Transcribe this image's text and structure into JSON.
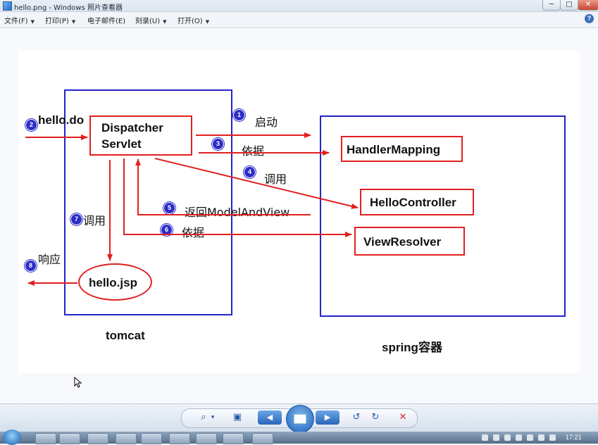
{
  "window": {
    "title": "hello.png - Windows 照片查看器",
    "minimize": "─",
    "maximize": "□",
    "close": "✕"
  },
  "menu": {
    "items": [
      {
        "label": "文件(F)"
      },
      {
        "label": "打印(P)"
      },
      {
        "label": "电子邮件(E)"
      },
      {
        "label": "刻录(U)"
      },
      {
        "label": "打开(O)"
      }
    ],
    "help": "?"
  },
  "diagram": {
    "request_label": "hello.do",
    "dispatcher_line1": "Dispatcher",
    "dispatcher_line2": "Servlet",
    "handler_mapping": "HandlerMapping",
    "hello_controller": "HelloController",
    "view_resolver": "ViewResolver",
    "hello_jsp": "hello.jsp",
    "tomcat_label": "tomcat",
    "spring_label": "spring容器",
    "steps": [
      {
        "num": "1",
        "text": "启动"
      },
      {
        "num": "2",
        "text": ""
      },
      {
        "num": "3",
        "text": "依据"
      },
      {
        "num": "4",
        "text": "调用"
      },
      {
        "num": "5",
        "text": "返回ModelAndView"
      },
      {
        "num": "6",
        "text": "依据"
      },
      {
        "num": "7",
        "text": "调用"
      },
      {
        "num": "8",
        "text": "响应"
      }
    ],
    "colors": {
      "container": "#2323c8",
      "component": "#e02020",
      "badge": "#2d2dc8"
    }
  },
  "toolbar": {
    "zoom": "⌕",
    "zoom_arrow": "▾",
    "fit": "▣",
    "prev": "◀",
    "next": "▶",
    "rotate_ccw": "↺",
    "rotate_cw": "↻",
    "delete": "✕"
  },
  "taskbar": {
    "time": "17:21"
  }
}
